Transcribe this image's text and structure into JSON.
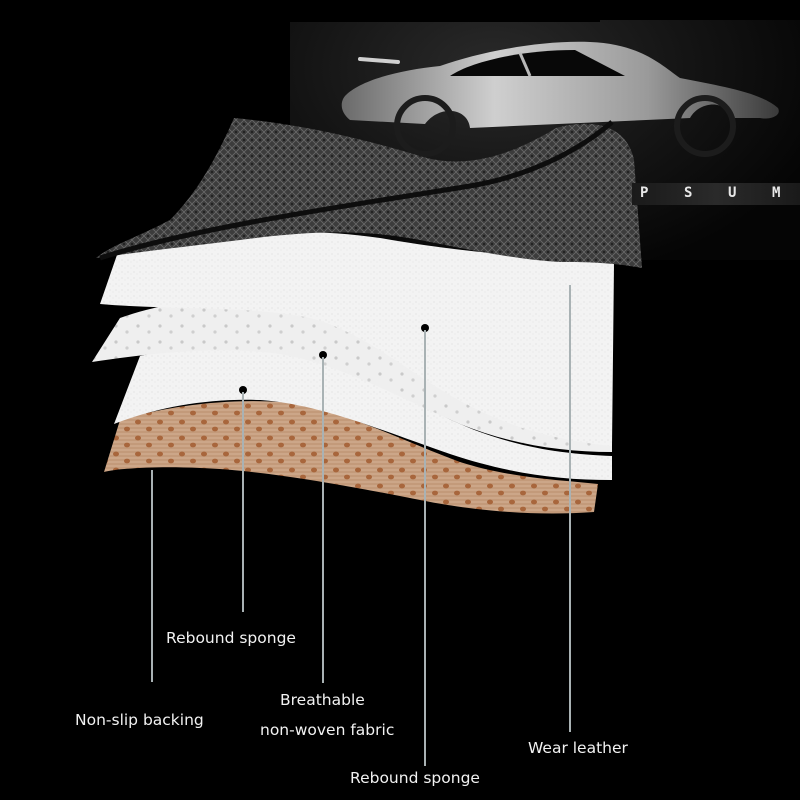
{
  "background": {
    "color": "#000000",
    "panel_color": "#141414"
  },
  "brand": {
    "letters": [
      "P",
      "S",
      "U",
      "M"
    ],
    "text_color": "#e8e8e8"
  },
  "hero_image": {
    "icon": "sports-car-silhouette-icon",
    "description": "Silver sports car silhouette on dark background"
  },
  "layers_illustration": {
    "layers": [
      {
        "id": "wear-leather",
        "color": "#3a3a3a",
        "texture": "perforated-black-leather"
      },
      {
        "id": "rebound-sponge-top",
        "color": "#fbfbfb",
        "texture": "white-foam"
      },
      {
        "id": "breathable-fabric",
        "color": "#f1f1f1",
        "texture": "perforated-white-fabric"
      },
      {
        "id": "rebound-sponge-bottom",
        "color": "#f8f8f8",
        "texture": "white-foam"
      },
      {
        "id": "non-slip-backing",
        "color": "#b98a66",
        "texture": "dotted-tan-rubber"
      }
    ],
    "leader_color": "#a9b2b4"
  },
  "callouts": {
    "rebound_sponge_bottom": "Rebound sponge",
    "breathable_line1": "Breathable",
    "breathable_line2": "non-woven fabric",
    "non_slip": "Non-slip backing",
    "rebound_sponge_top": "Rebound sponge",
    "wear_leather": "Wear leather"
  }
}
